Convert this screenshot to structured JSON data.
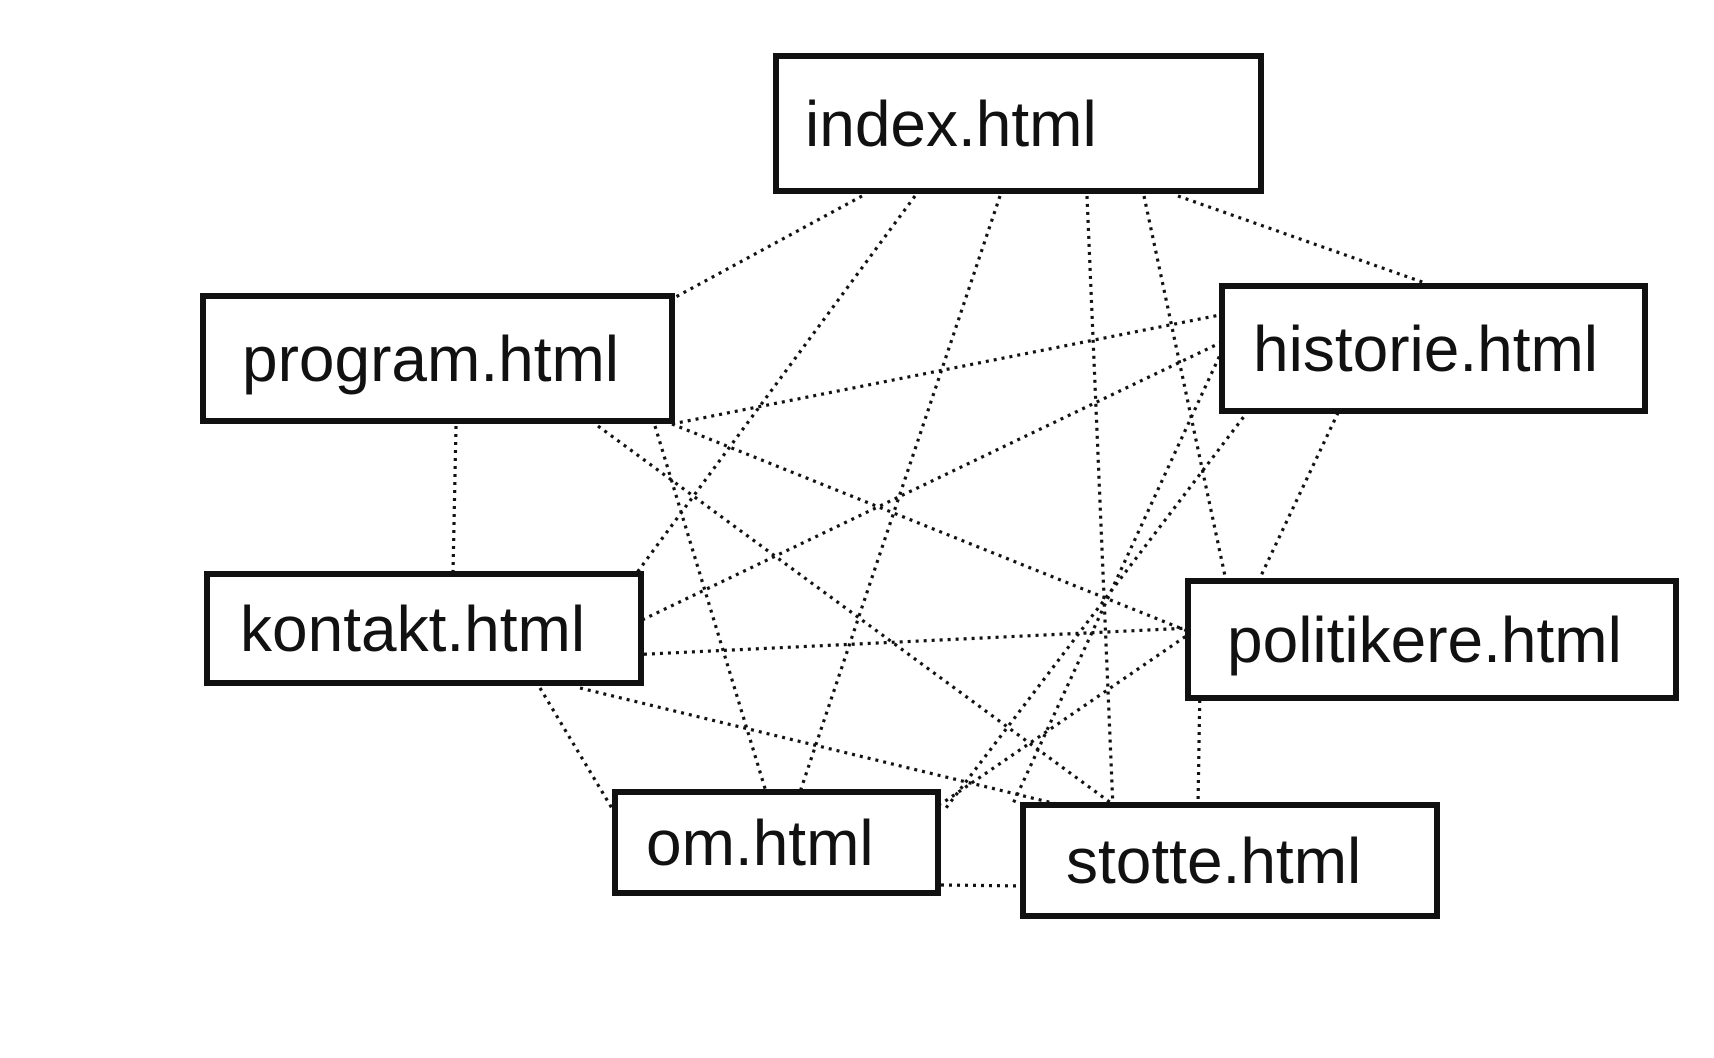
{
  "nodes": {
    "index": "index.html",
    "program": "program.html",
    "historie": "historie.html",
    "kontakt": "kontakt.html",
    "politikere": "politikere.html",
    "om": "om.html",
    "stotte": "stotte.html"
  },
  "links": [
    [
      "index",
      "program"
    ],
    [
      "index",
      "kontakt"
    ],
    [
      "index",
      "om"
    ],
    [
      "index",
      "stotte"
    ],
    [
      "index",
      "politikere"
    ],
    [
      "index",
      "historie"
    ],
    [
      "program",
      "historie"
    ],
    [
      "program",
      "kontakt"
    ],
    [
      "program",
      "politikere"
    ],
    [
      "program",
      "stotte"
    ],
    [
      "program",
      "om"
    ],
    [
      "historie",
      "kontakt"
    ],
    [
      "historie",
      "om"
    ],
    [
      "historie",
      "stotte"
    ],
    [
      "historie",
      "politikere"
    ],
    [
      "kontakt",
      "politikere"
    ],
    [
      "kontakt",
      "om"
    ],
    [
      "kontakt",
      "stotte"
    ],
    [
      "politikere",
      "om"
    ],
    [
      "politikere",
      "stotte"
    ],
    [
      "om",
      "stotte"
    ]
  ],
  "style": {
    "line_color": "#111111",
    "line_style": "dotted",
    "box_border_color": "#111111"
  }
}
